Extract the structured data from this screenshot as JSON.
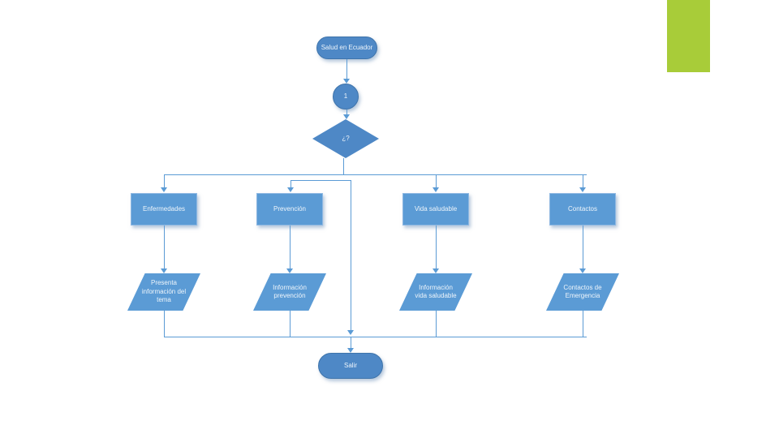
{
  "colors": {
    "accent": "#a8cc39",
    "node-fill": "#5b9bd5",
    "node-border": "#8fb8e2",
    "terminator-fill": "#4e88c6",
    "terminator-border": "#3f74ab",
    "connector": "#5b9bd5",
    "text": "#eef5fb",
    "background": "#ffffff"
  },
  "flowchart": {
    "start_label": "Salud en Ecuador",
    "connector_label": "1",
    "decision_label": "¿?",
    "branches": [
      {
        "process": "Enfermedades",
        "data": "Presenta información del tema"
      },
      {
        "process": "Prevención",
        "data": "Información prevención"
      },
      {
        "process": "Vida saludable",
        "data": "Información vida saludable"
      },
      {
        "process": "Contactos",
        "data": "Contactos de Emergencia"
      }
    ],
    "end_label": "Salir"
  }
}
